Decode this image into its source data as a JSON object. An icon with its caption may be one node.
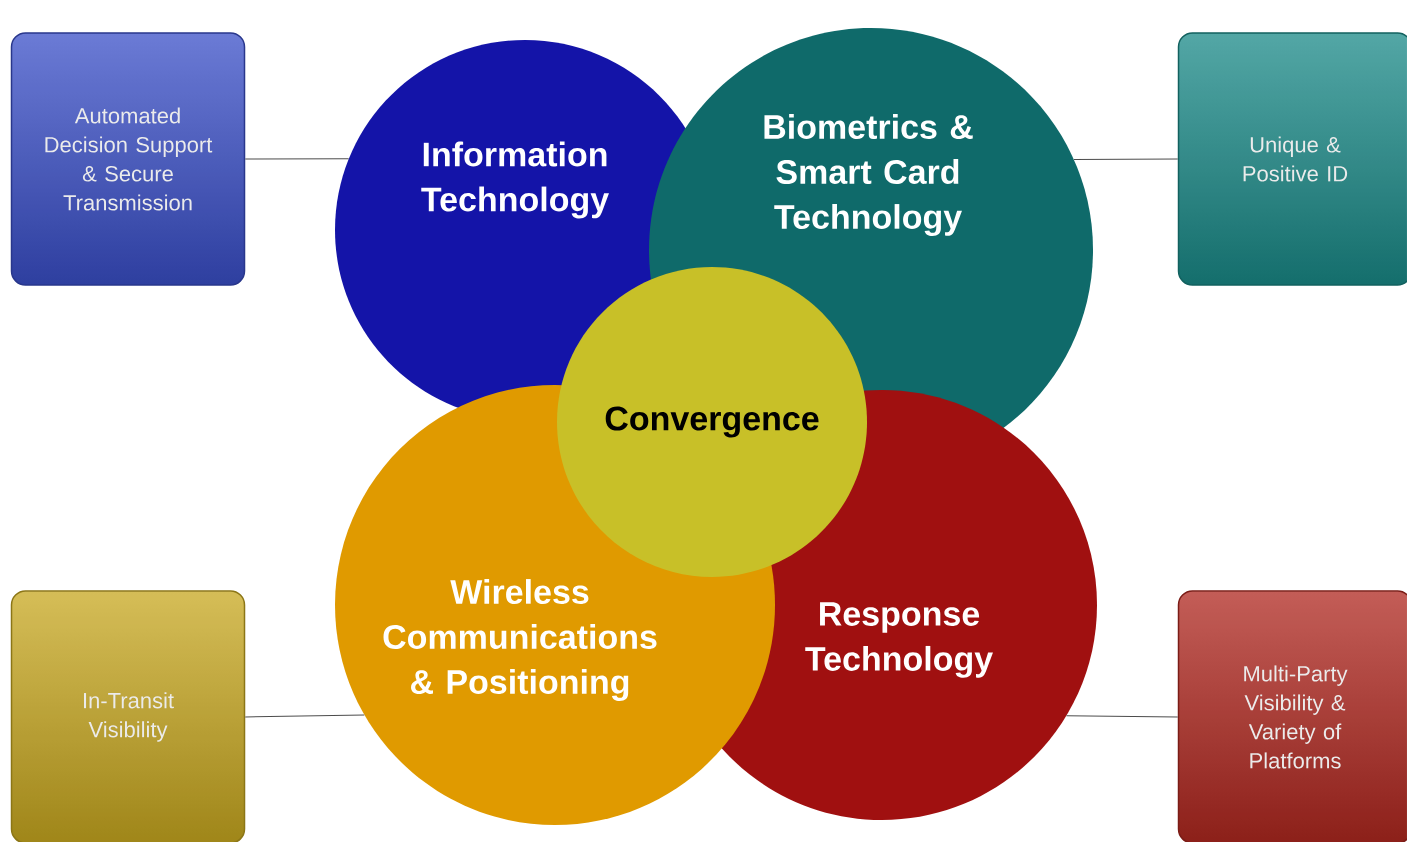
{
  "diagram": {
    "nodes": [
      {
        "text": [
          "Automated Decision Support & Secure Transmission"
        ]
      },
      {
        "text": [
          "Information Technology"
        ]
      },
      {
        "text": [
          "Biometrics & Smart Card Technology"
        ]
      },
      {
        "text": [
          "Unique & Positive ID"
        ]
      },
      {
        "text": [
          "Convergence"
        ]
      },
      {
        "text": [
          "In-Transit Visibility"
        ]
      },
      {
        "text": [
          "Wireless Communications & Positioning"
        ]
      },
      {
        "text": [
          "Response Technology"
        ]
      },
      {
        "text": [
          "Multi-Party Visibility & Variety of Platforms"
        ]
      }
    ],
    "edges": [
      {
        "from": 0,
        "to": 1,
        "arrow": "none"
      },
      {
        "from": 3,
        "to": 2,
        "arrow": "none"
      },
      {
        "from": 5,
        "to": 6,
        "arrow": "none"
      },
      {
        "from": 8,
        "to": 7,
        "arrow": "none"
      }
    ]
  }
}
